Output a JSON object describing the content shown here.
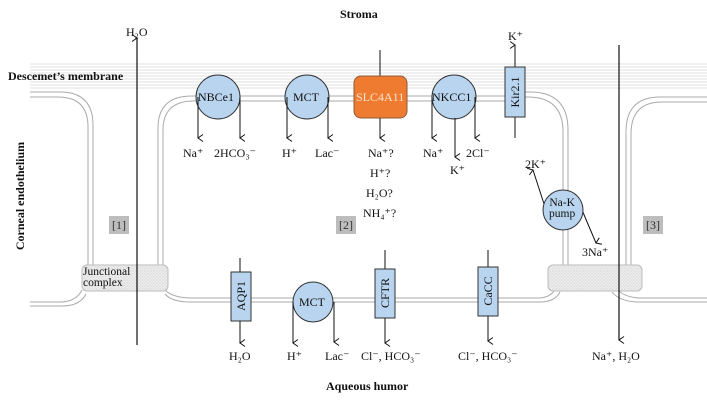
{
  "labels": {
    "stroma": "Stroma",
    "descemet": "Descemet’s membrane",
    "corneal_endothelium": "Corneal endothelium",
    "aqueous_humor": "Aqueous humor",
    "junctional_complex_line1": "Junctional",
    "junctional_complex_line2": "complex"
  },
  "regions": [
    "[1]",
    "[2]",
    "[3]"
  ],
  "colors": {
    "transporter_fill": "#b8d4ee",
    "slc4a11_fill": "#ee7b2f",
    "membrane_line": "#b0b0b0",
    "region_box": "#bdbdbd"
  },
  "basolateral_transporters": [
    {
      "name": "NBCe1",
      "shape": "circle",
      "products": [
        "Na⁺",
        "2HCO₃⁻"
      ]
    },
    {
      "name": "MCT",
      "shape": "circle",
      "products": [
        "H⁺",
        "Lac⁻"
      ]
    },
    {
      "name": "SLC4A11",
      "shape": "rounded-rect",
      "products": [
        "Na⁺?",
        "H⁺?",
        "H₂O?",
        "NH₄⁺?"
      ]
    },
    {
      "name": "NKCC1",
      "shape": "circle",
      "products": [
        "Na⁺",
        "K⁺",
        "2Cl⁻"
      ]
    },
    {
      "name": "Kir2.1",
      "shape": "channel",
      "products": [
        "K⁺"
      ]
    }
  ],
  "pump": {
    "name_line1": "Na-K",
    "name_line2": "pump",
    "in": "2K⁺",
    "out": "3Na⁺"
  },
  "apical_transporters": [
    {
      "name": "AQP1",
      "shape": "channel",
      "products": [
        "H₂O"
      ]
    },
    {
      "name": "MCT",
      "shape": "circle",
      "products": [
        "H⁺",
        "Lac⁻"
      ]
    },
    {
      "name": "CFTR",
      "shape": "channel",
      "products": [
        "Cl⁻, HCO₃⁻"
      ]
    },
    {
      "name": "CaCC",
      "shape": "channel",
      "products": [
        "Cl⁻, HCO₃⁻"
      ]
    }
  ],
  "paracellular": {
    "left_top": "H₂O",
    "right_bottom": "Na⁺, H₂O"
  }
}
